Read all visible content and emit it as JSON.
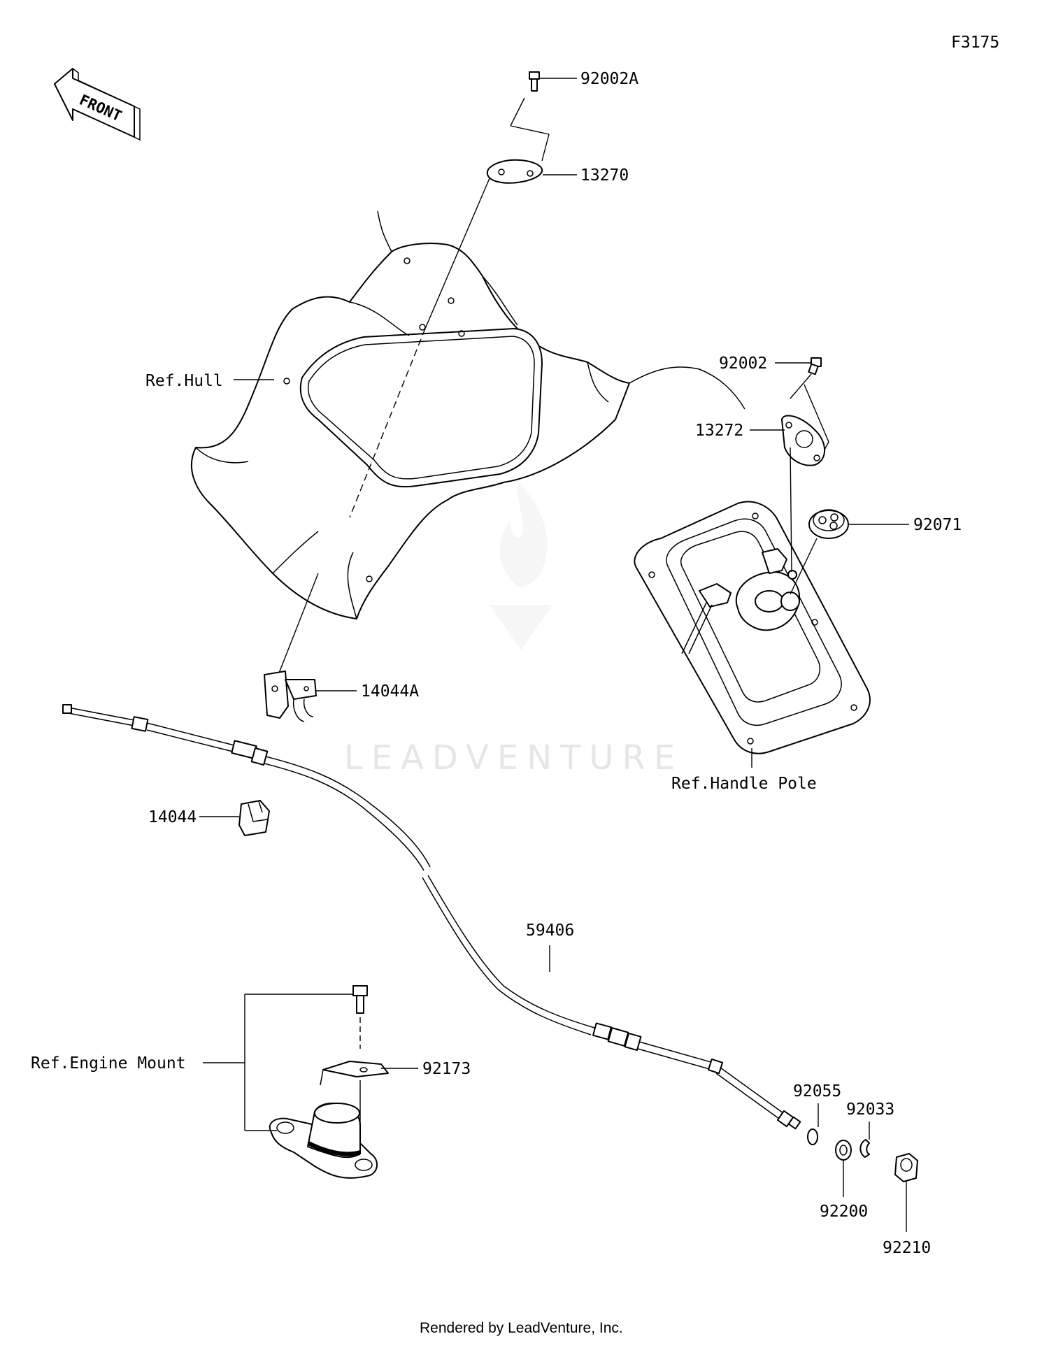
{
  "figure_code": "F3175",
  "front_arrow_text": "FRONT",
  "watermark": "LEADVENTURE",
  "footer": "Rendered by LeadVenture, Inc.",
  "labels": {
    "p92002A": "92002A",
    "p13270": "13270",
    "refHull": "Ref.Hull",
    "p92002": "92002",
    "p13272": "13272",
    "p92071": "92071",
    "p14044A": "14044A",
    "refHandlePole": "Ref.Handle Pole",
    "p14044": "14044",
    "p59406": "59406",
    "refEngineMount": "Ref.Engine Mount",
    "p92173": "92173",
    "p92055": "92055",
    "p92033": "92033",
    "p92200": "92200",
    "p92210": "92210"
  }
}
